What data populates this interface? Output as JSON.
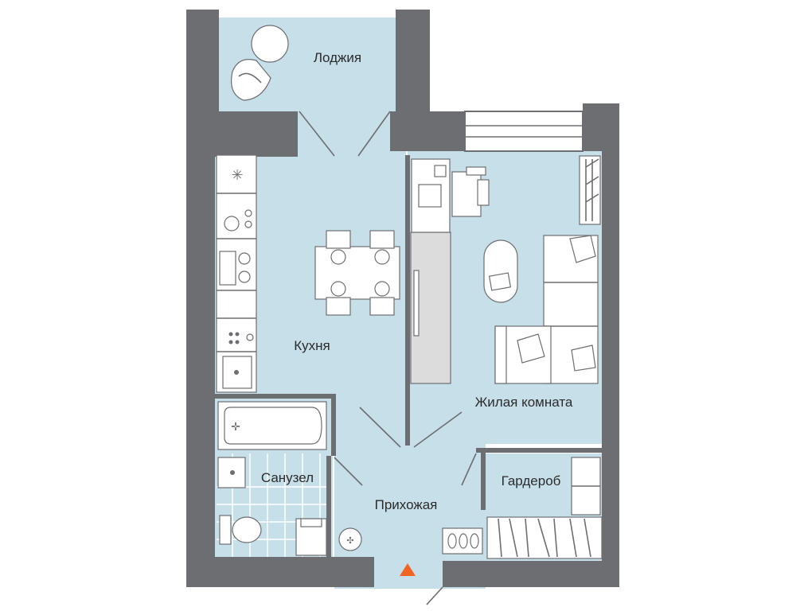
{
  "rooms": {
    "loggia": "Лоджия",
    "kitchen": "Кухня",
    "living": "Жилая комната",
    "bathroom": "Санузел",
    "wardrobe": "Гардероб",
    "hall": "Прихожая"
  },
  "colors": {
    "wall": "#6d6e71",
    "floor": "#c7dfe9",
    "entrance_marker": "#f26522"
  },
  "icons": [
    "entrance-arrow-icon"
  ]
}
